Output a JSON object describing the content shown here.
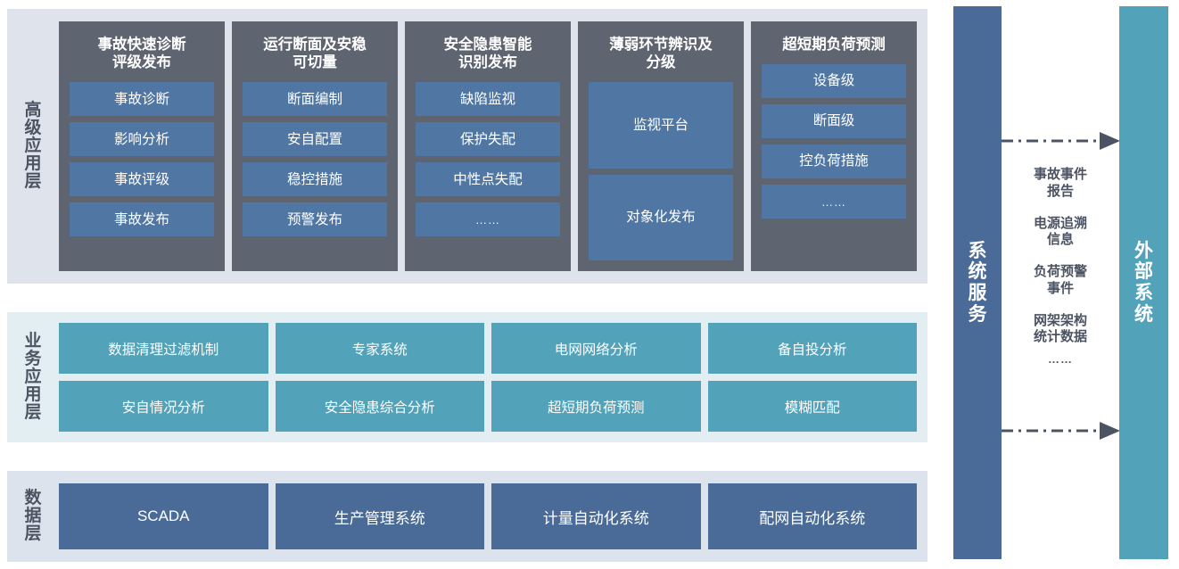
{
  "colors": {
    "panel_top_bg": "#dee3ec",
    "panel_mid_bg": "#e3eef3",
    "panel_bottom_bg": "#dde3ec",
    "column_dark": "#5e6470",
    "box_blue": "#5077a3",
    "box_teal": "#52a3ba",
    "box_navy": "#4a6b97",
    "bar_left": "#4a6b97",
    "bar_right": "#52a3ba",
    "text_dark": "#4c5463",
    "text_light": "#ffffff"
  },
  "advanced_layer": {
    "label": "高级应用层",
    "columns": [
      {
        "title": "事故快速诊断\n评级发布",
        "items": [
          "事故诊断",
          "影响分析",
          "事故评级",
          "事故发布"
        ]
      },
      {
        "title": "运行断面及安稳\n可切量",
        "items": [
          "断面编制",
          "安自配置",
          "稳控措施",
          "预警发布"
        ]
      },
      {
        "title": "安全隐患智能\n识别发布",
        "items": [
          "缺陷监视",
          "保护失配",
          "中性点失配",
          "……"
        ]
      },
      {
        "title": "薄弱环节辨识及\n分级",
        "items": [
          "监视平台",
          "对象化发布"
        ]
      },
      {
        "title": "超短期负荷预测",
        "items": [
          "设备级",
          "断面级",
          "控负荷措施",
          "……"
        ]
      }
    ]
  },
  "business_layer": {
    "label": "业务应用层",
    "items": [
      "数据清理过滤机制",
      "专家系统",
      "电网网络分析",
      "备自投分析",
      "安自情况分析",
      "安全隐患综合分析",
      "超短期负荷预测",
      "模糊匹配"
    ]
  },
  "data_layer": {
    "label": "数据层",
    "items": [
      "SCADA",
      "生产管理系统",
      "计量自动化系统",
      "配网自动化系统"
    ]
  },
  "side": {
    "system_service_label": "系统服务",
    "external_system_label": "外部系统",
    "flow_direction": "right",
    "flow_labels": [
      "事故事件\n报告",
      "电源追溯\n信息",
      "负荷预警\n事件",
      "网架架构\n统计数据",
      "……"
    ]
  }
}
